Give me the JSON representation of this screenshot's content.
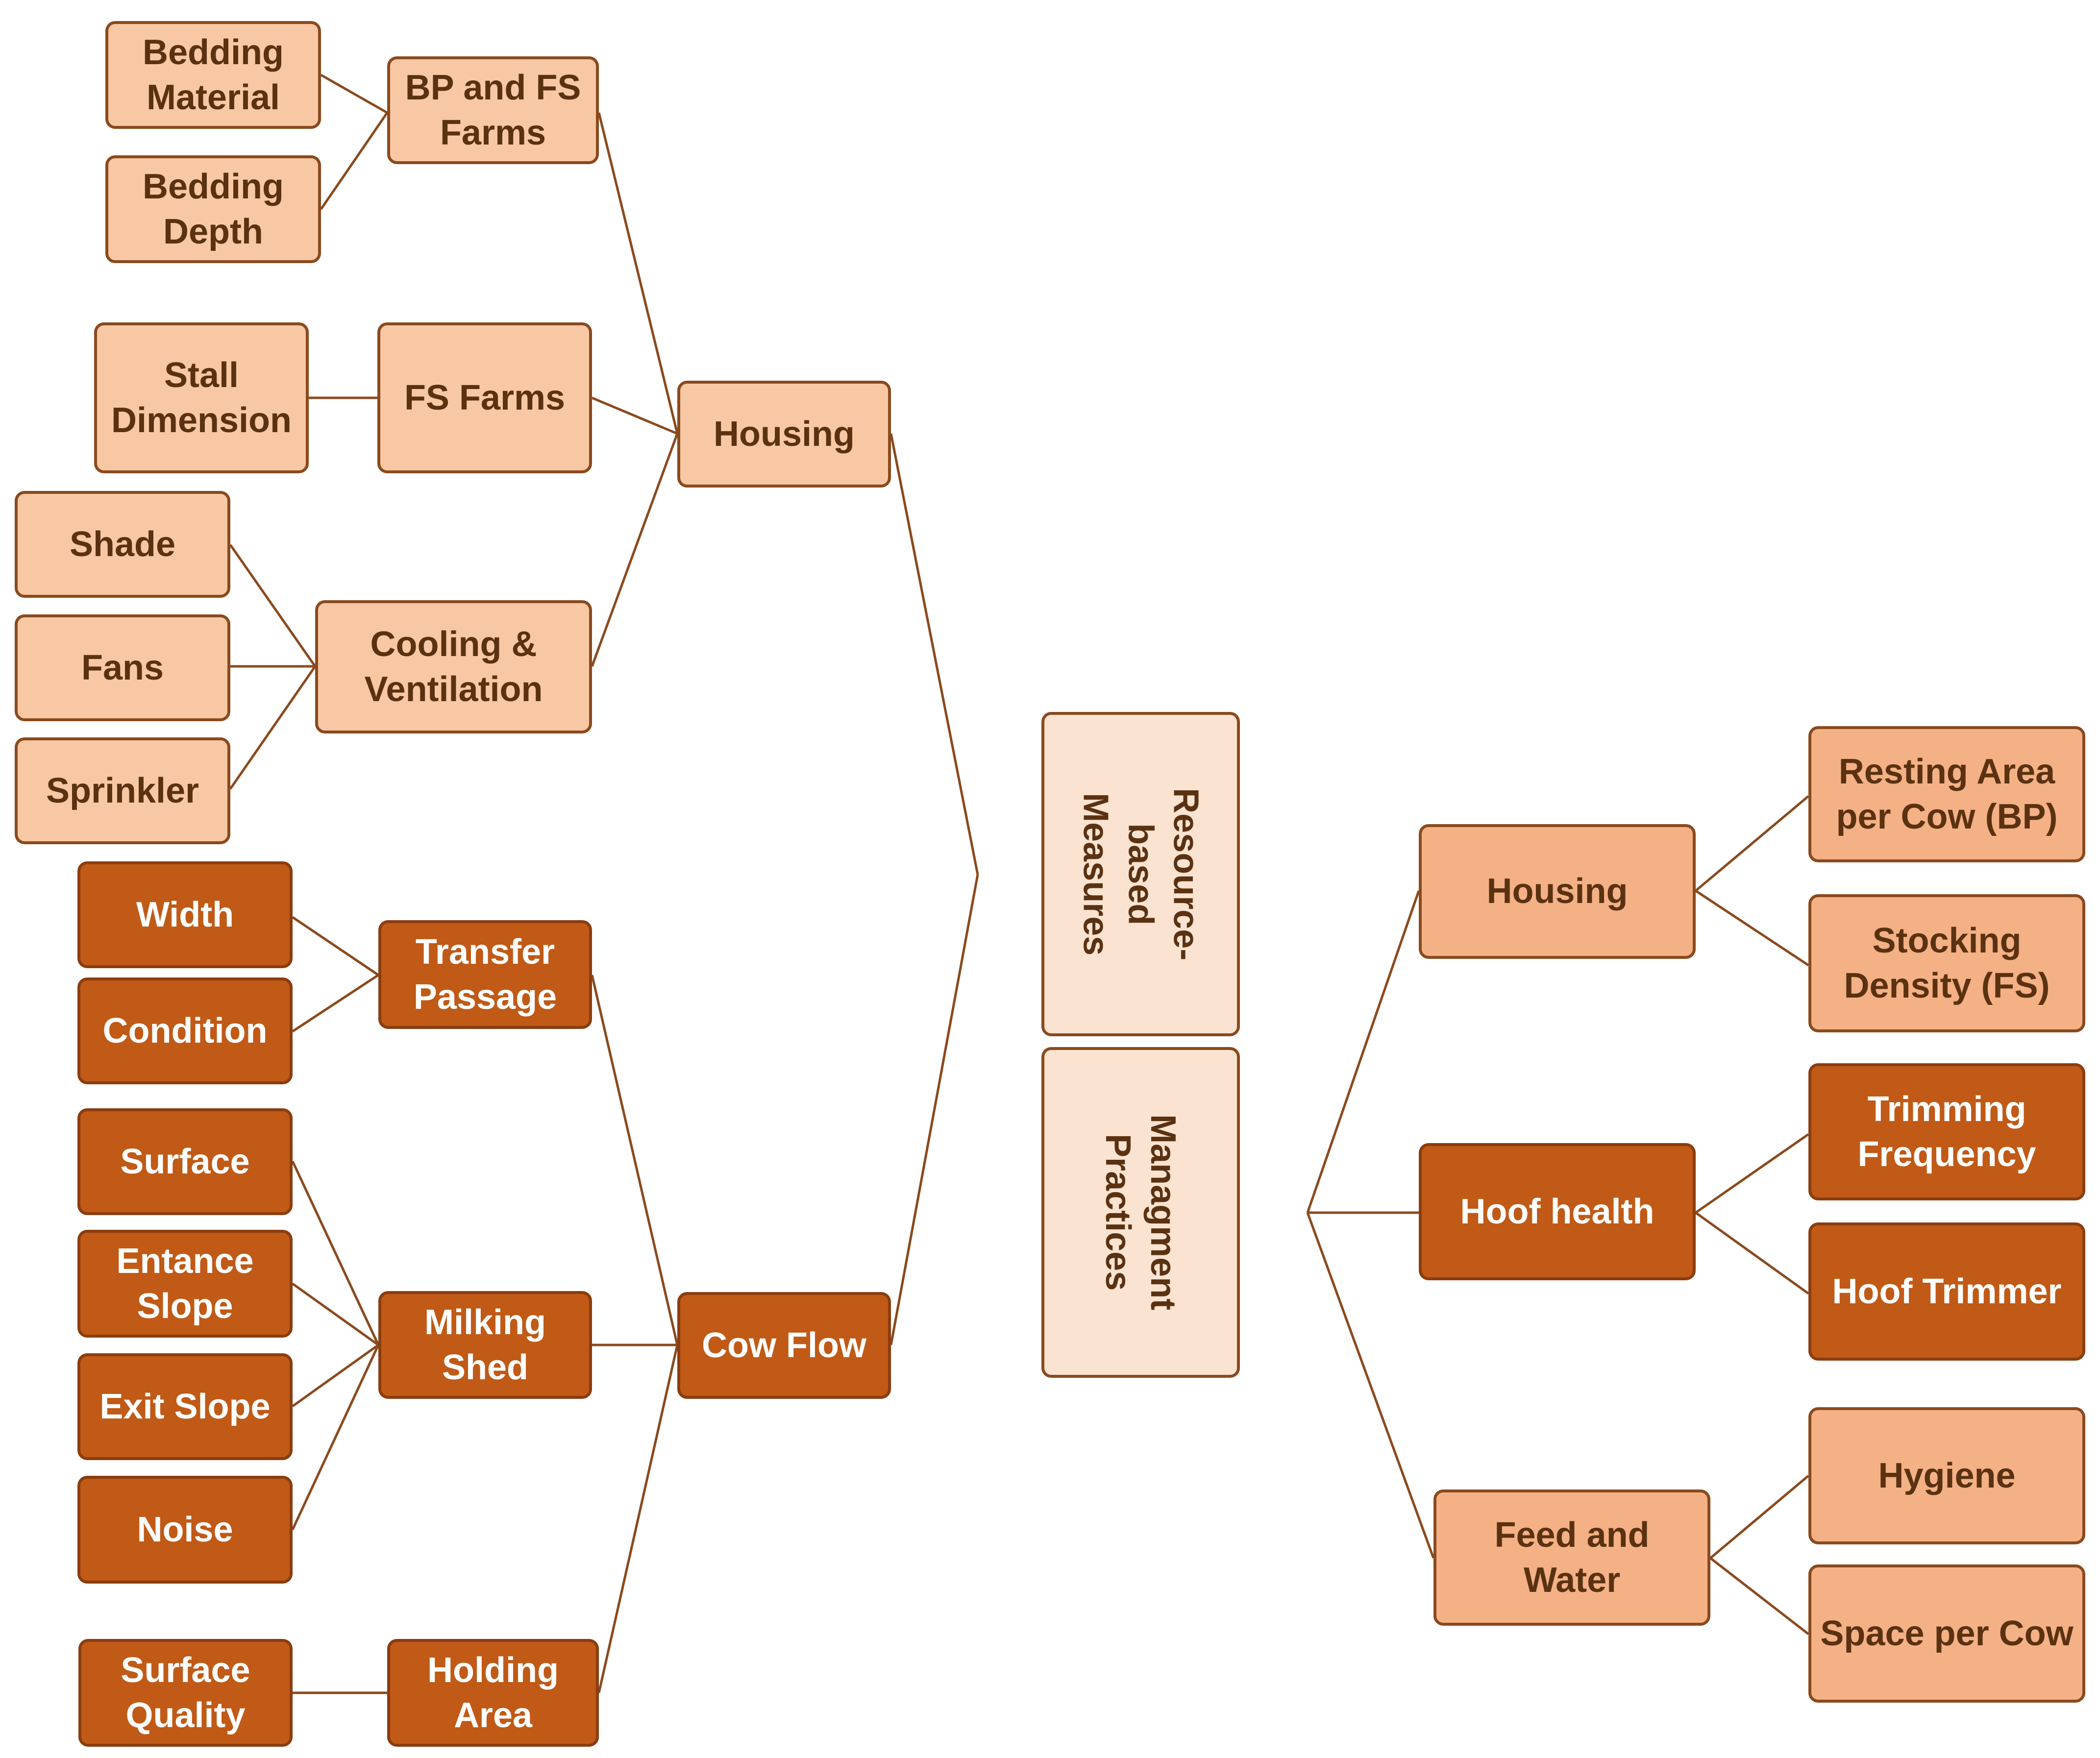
{
  "center": {
    "resource": "Resource-based\nMeasures",
    "management": "Managment\nPractices"
  },
  "left": {
    "housing": "Housing",
    "bp_fs_farms": "BP and FS\nFarms",
    "bedding_material": "Bedding\nMaterial",
    "bedding_depth": "Bedding\nDepth",
    "fs_farms": "FS Farms",
    "stall_dimension": "Stall\nDimension",
    "cooling": "Cooling &\nVentilation",
    "shade": "Shade",
    "fans": "Fans",
    "sprinkler": "Sprinkler",
    "cow_flow": "Cow Flow",
    "transfer_passage": "Transfer\nPassage",
    "width": "Width",
    "condition": "Condition",
    "milking_shed": "Milking\nShed",
    "surface": "Surface",
    "entance_slope": "Entance\nSlope",
    "exit_slope": "Exit Slope",
    "noise": "Noise",
    "holding_area": "Holding\nArea",
    "surface_quality": "Surface\nQuality"
  },
  "right": {
    "housing": "Housing",
    "resting_area": "Resting Area\nper Cow (BP)",
    "stocking_density": "Stocking\nDensity (FS)",
    "hoof_health": "Hoof health",
    "trimming_frequency": "Trimming\nFrequency",
    "hoof_trimmer": "Hoof Trimmer",
    "feed_water": "Feed and\nWater",
    "hygiene": "Hygiene",
    "space_per_cow": "Space per Cow"
  },
  "colors": {
    "light": "#f8c8a4",
    "mid": "#f4b185",
    "pale": "#fbe3d2",
    "dark": "#c05a16",
    "line": "#8a4a1e"
  }
}
